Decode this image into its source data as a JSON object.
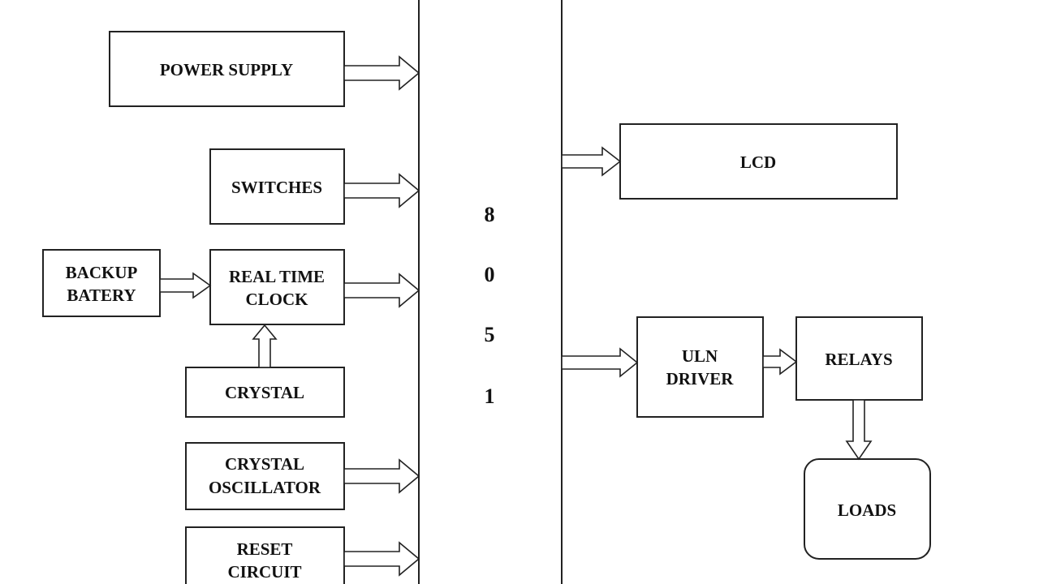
{
  "blocks": {
    "power_supply": [
      "POWER SUPPLY"
    ],
    "switches": [
      "SWITCHES"
    ],
    "backup_battery": [
      "BACKUP",
      "BATERY"
    ],
    "real_time_clock": [
      "REAL TIME",
      "CLOCK"
    ],
    "crystal": [
      "CRYSTAL"
    ],
    "crystal_oscillator": [
      "CRYSTAL",
      "OSCILLATOR"
    ],
    "reset_circuit": [
      "RESET",
      "CIRCUIT"
    ],
    "microcontroller": [
      "8",
      "0",
      "5",
      "1"
    ],
    "lcd": [
      "LCD"
    ],
    "uln_driver": [
      "ULN",
      "DRIVER"
    ],
    "relays": [
      "RELAYS"
    ],
    "loads": [
      "LOADS"
    ]
  },
  "colors": {
    "stroke": "#222222",
    "fill": "#ffffff",
    "text": "#111111"
  }
}
